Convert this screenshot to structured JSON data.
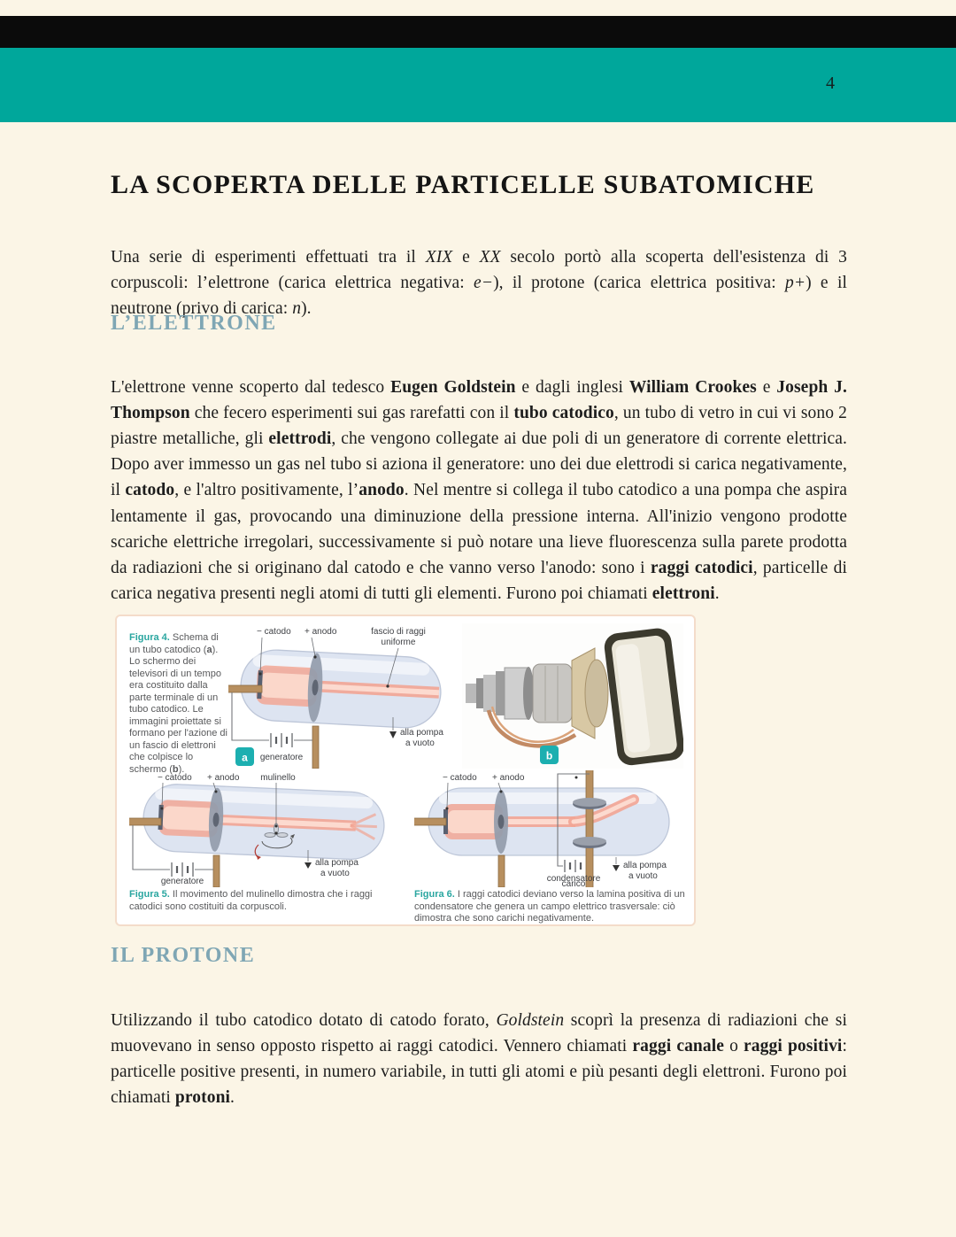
{
  "colors": {
    "cream": "#FBF5E6",
    "black_bar": "#0B0B0B",
    "teal_bar": "#00A79B",
    "heading_blue": "#7FA6B4",
    "caption_teal": "#2AA6A0",
    "badge_teal": "#1CAFB0",
    "caption_gray": "#58595B",
    "text": "#1D1D1D"
  },
  "page_number": "4",
  "title": "LA SCOPERTA DELLE PARTICELLE SUBATOMICHE",
  "headings": {
    "electron": "L’ELETTRONE",
    "proton": "IL PROTONE"
  },
  "paragraphs": {
    "intro": [
      {
        "t": "Una serie di esperimenti effettuati tra il "
      },
      {
        "t": "XIX",
        "i": true
      },
      {
        "t": " e "
      },
      {
        "t": "XX",
        "i": true
      },
      {
        "t": " secolo portò alla scoperta dell'esistenza di 3 corpuscoli: l’elettrone (carica elettrica negativa: "
      },
      {
        "t": "e−",
        "i": true
      },
      {
        "t": "), il protone (carica elettrica positiva: "
      },
      {
        "t": "p+",
        "i": true
      },
      {
        "t": ") e il neutrone (privo di carica: "
      },
      {
        "t": "n",
        "i": true
      },
      {
        "t": ")."
      }
    ],
    "electron": [
      {
        "t": "L'elettrone venne scoperto dal tedesco "
      },
      {
        "t": "Eugen Goldstein",
        "b": true
      },
      {
        "t": " e dagli inglesi "
      },
      {
        "t": "William Crookes",
        "b": true
      },
      {
        "t": " e "
      },
      {
        "t": "Joseph J. Thompson",
        "b": true
      },
      {
        "t": " che fecero esperimenti sui gas rarefatti con il "
      },
      {
        "t": "tubo catodico",
        "b": true
      },
      {
        "t": ", un tubo di vetro in cui vi sono 2 piastre metalliche, gli "
      },
      {
        "t": "elettrodi",
        "b": true
      },
      {
        "t": ", che vengono collegate ai due poli di un generatore di corrente elettrica. Dopo aver immesso un gas nel tubo si aziona il generatore: uno dei due elettrodi si carica negativamente, il "
      },
      {
        "t": "catodo",
        "b": true
      },
      {
        "t": ", e l'altro positivamente, l’"
      },
      {
        "t": "anodo",
        "b": true
      },
      {
        "t": ". Nel mentre si collega il tubo catodico a una pompa che aspira lentamente il gas, provocando una diminuzione della pressione interna. All'inizio vengono prodotte scariche elettriche irregolari, successivamente si può notare una lieve fluorescenza sulla parete prodotta da radiazioni che si originano dal catodo e che vanno verso l'anodo: sono i "
      },
      {
        "t": "raggi catodici",
        "b": true
      },
      {
        "t": ", particelle di carica negativa presenti negli atomi di tutti gli elementi. Furono poi chiamati "
      },
      {
        "t": "elettroni",
        "b": true
      },
      {
        "t": "."
      }
    ],
    "proton": [
      {
        "t": "Utilizzando il tubo catodico dotato di catodo forato, "
      },
      {
        "t": "Goldstein",
        "i": true
      },
      {
        "t": " scoprì la presenza di radiazioni che si muovevano in senso opposto rispetto ai raggi catodici. Vennero chiamati "
      },
      {
        "t": "raggi canale",
        "b": true
      },
      {
        "t": " o "
      },
      {
        "t": "raggi positivi",
        "b": true
      },
      {
        "t": ": particelle positive presenti, in numero variabile, in tutti gli atomi e più pesanti degli elettroni. Furono poi chiamati "
      },
      {
        "t": "protoni",
        "b": true
      },
      {
        "t": "."
      }
    ]
  },
  "figure": {
    "badge_a": "a",
    "badge_b": "b",
    "labels": {
      "catodo": "− catodo",
      "anodo": "+ anodo",
      "fascio_line1": "fascio di raggi",
      "fascio_line2": "uniforme",
      "generatore": "generatore",
      "pompa_line1": "alla pompa",
      "pompa_line2": "a vuoto",
      "mulinello": "mulinello",
      "cond_line1": "condensatore",
      "cond_line2": "carico"
    },
    "fig4_caption": [
      {
        "t": "Figura 4.",
        "b": true,
        "c": "#2AA6A0"
      },
      {
        "t": " Schema di un tubo catodico ("
      },
      {
        "t": "a",
        "b": true
      },
      {
        "t": "). Lo schermo dei televisori di un tempo era costituito dalla parte terminale di un tubo catodico. Le immagini proiettate si formano per l'azione di un fascio di elettroni che colpisce lo schermo ("
      },
      {
        "t": "b",
        "b": true
      },
      {
        "t": ")."
      }
    ],
    "fig5_caption": [
      {
        "t": "Figura 5.",
        "b": true,
        "c": "#2AA6A0"
      },
      {
        "t": " Il movimento del mulinello dimostra che i raggi catodici sono costituiti da corpuscoli."
      }
    ],
    "fig6_caption": [
      {
        "t": "Figura 6.",
        "b": true,
        "c": "#2AA6A0"
      },
      {
        "t": " I raggi catodici deviano verso la lamina positiva di un condensatore che genera un campo elettrico trasversale: ciò dimostra che sono carichi negativamente."
      }
    ]
  }
}
